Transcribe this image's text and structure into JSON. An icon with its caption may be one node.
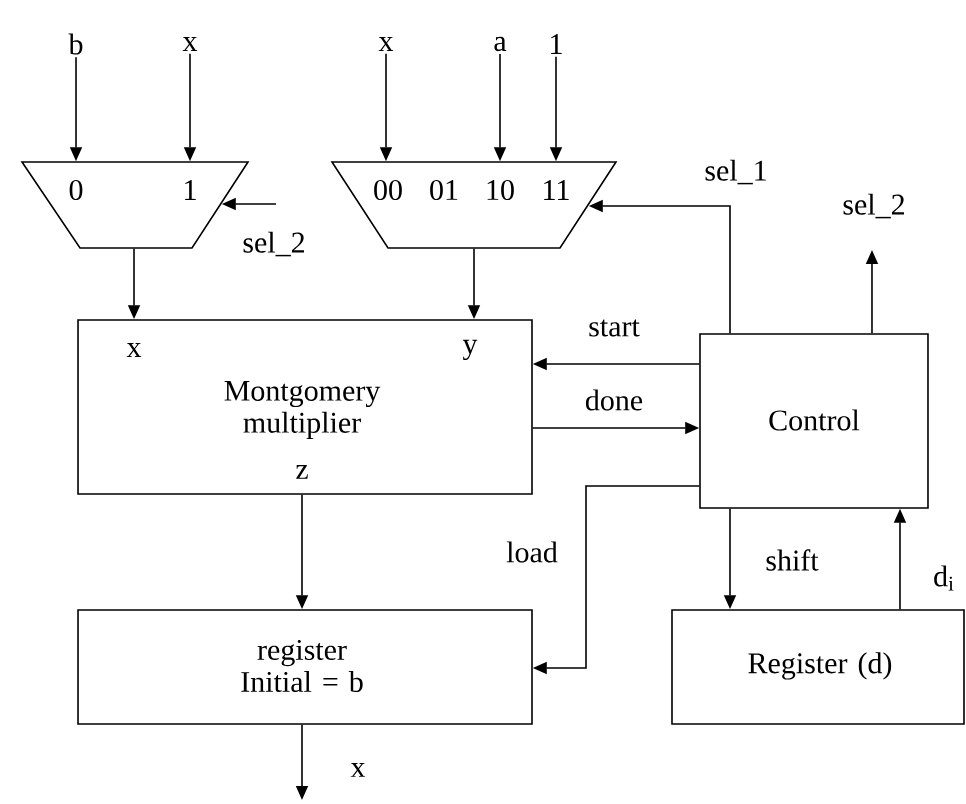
{
  "diagram": {
    "nodes": [
      {
        "text": [
          "b"
        ]
      },
      {
        "text": [
          "x"
        ]
      },
      {
        "text": [
          "x"
        ]
      },
      {
        "text": [
          "a"
        ]
      },
      {
        "text": [
          "1"
        ]
      },
      {
        "text": [
          "0",
          "1"
        ]
      },
      {
        "text": [
          "00",
          "01",
          "10",
          "11"
        ]
      },
      {
        "text": [
          "x",
          "y",
          "Montgomery multiplier",
          "z"
        ]
      },
      {
        "text": [
          "Control"
        ]
      },
      {
        "text": [
          "register Initial = b"
        ]
      },
      {
        "text": [
          "Register (d)"
        ]
      }
    ],
    "edges": [
      {
        "from": 0,
        "to": 5,
        "arrow": "to"
      },
      {
        "from": 1,
        "to": 5,
        "arrow": "to"
      },
      {
        "from": 2,
        "to": 6,
        "arrow": "to"
      },
      {
        "from": 3,
        "to": 6,
        "arrow": "to"
      },
      {
        "from": 4,
        "to": 6,
        "arrow": "to"
      },
      {
        "from": 5,
        "to": 7,
        "arrow": "to"
      },
      {
        "from": 6,
        "to": 7,
        "arrow": "to"
      },
      {
        "from": 8,
        "to": 7,
        "arrow": "to",
        "label": "start"
      },
      {
        "from": 7,
        "to": 8,
        "arrow": "to",
        "label": "done"
      },
      {
        "from": 8,
        "to": 6,
        "arrow": "to",
        "label": "sel_1"
      },
      {
        "from": 8,
        "to": null,
        "arrow": "to",
        "label": "sel_2"
      },
      {
        "from": null,
        "to": 5,
        "arrow": "to",
        "label": "sel_2"
      },
      {
        "from": 8,
        "to": 9,
        "arrow": "to",
        "label": "load"
      },
      {
        "from": 7,
        "to": 9,
        "arrow": "to"
      },
      {
        "from": 8,
        "to": 10,
        "arrow": "to",
        "label": "shift"
      },
      {
        "from": 10,
        "to": 8,
        "arrow": "to",
        "label": "d$_{i}$"
      },
      {
        "from": 9,
        "to": null,
        "arrow": "to",
        "label": "x"
      }
    ]
  }
}
